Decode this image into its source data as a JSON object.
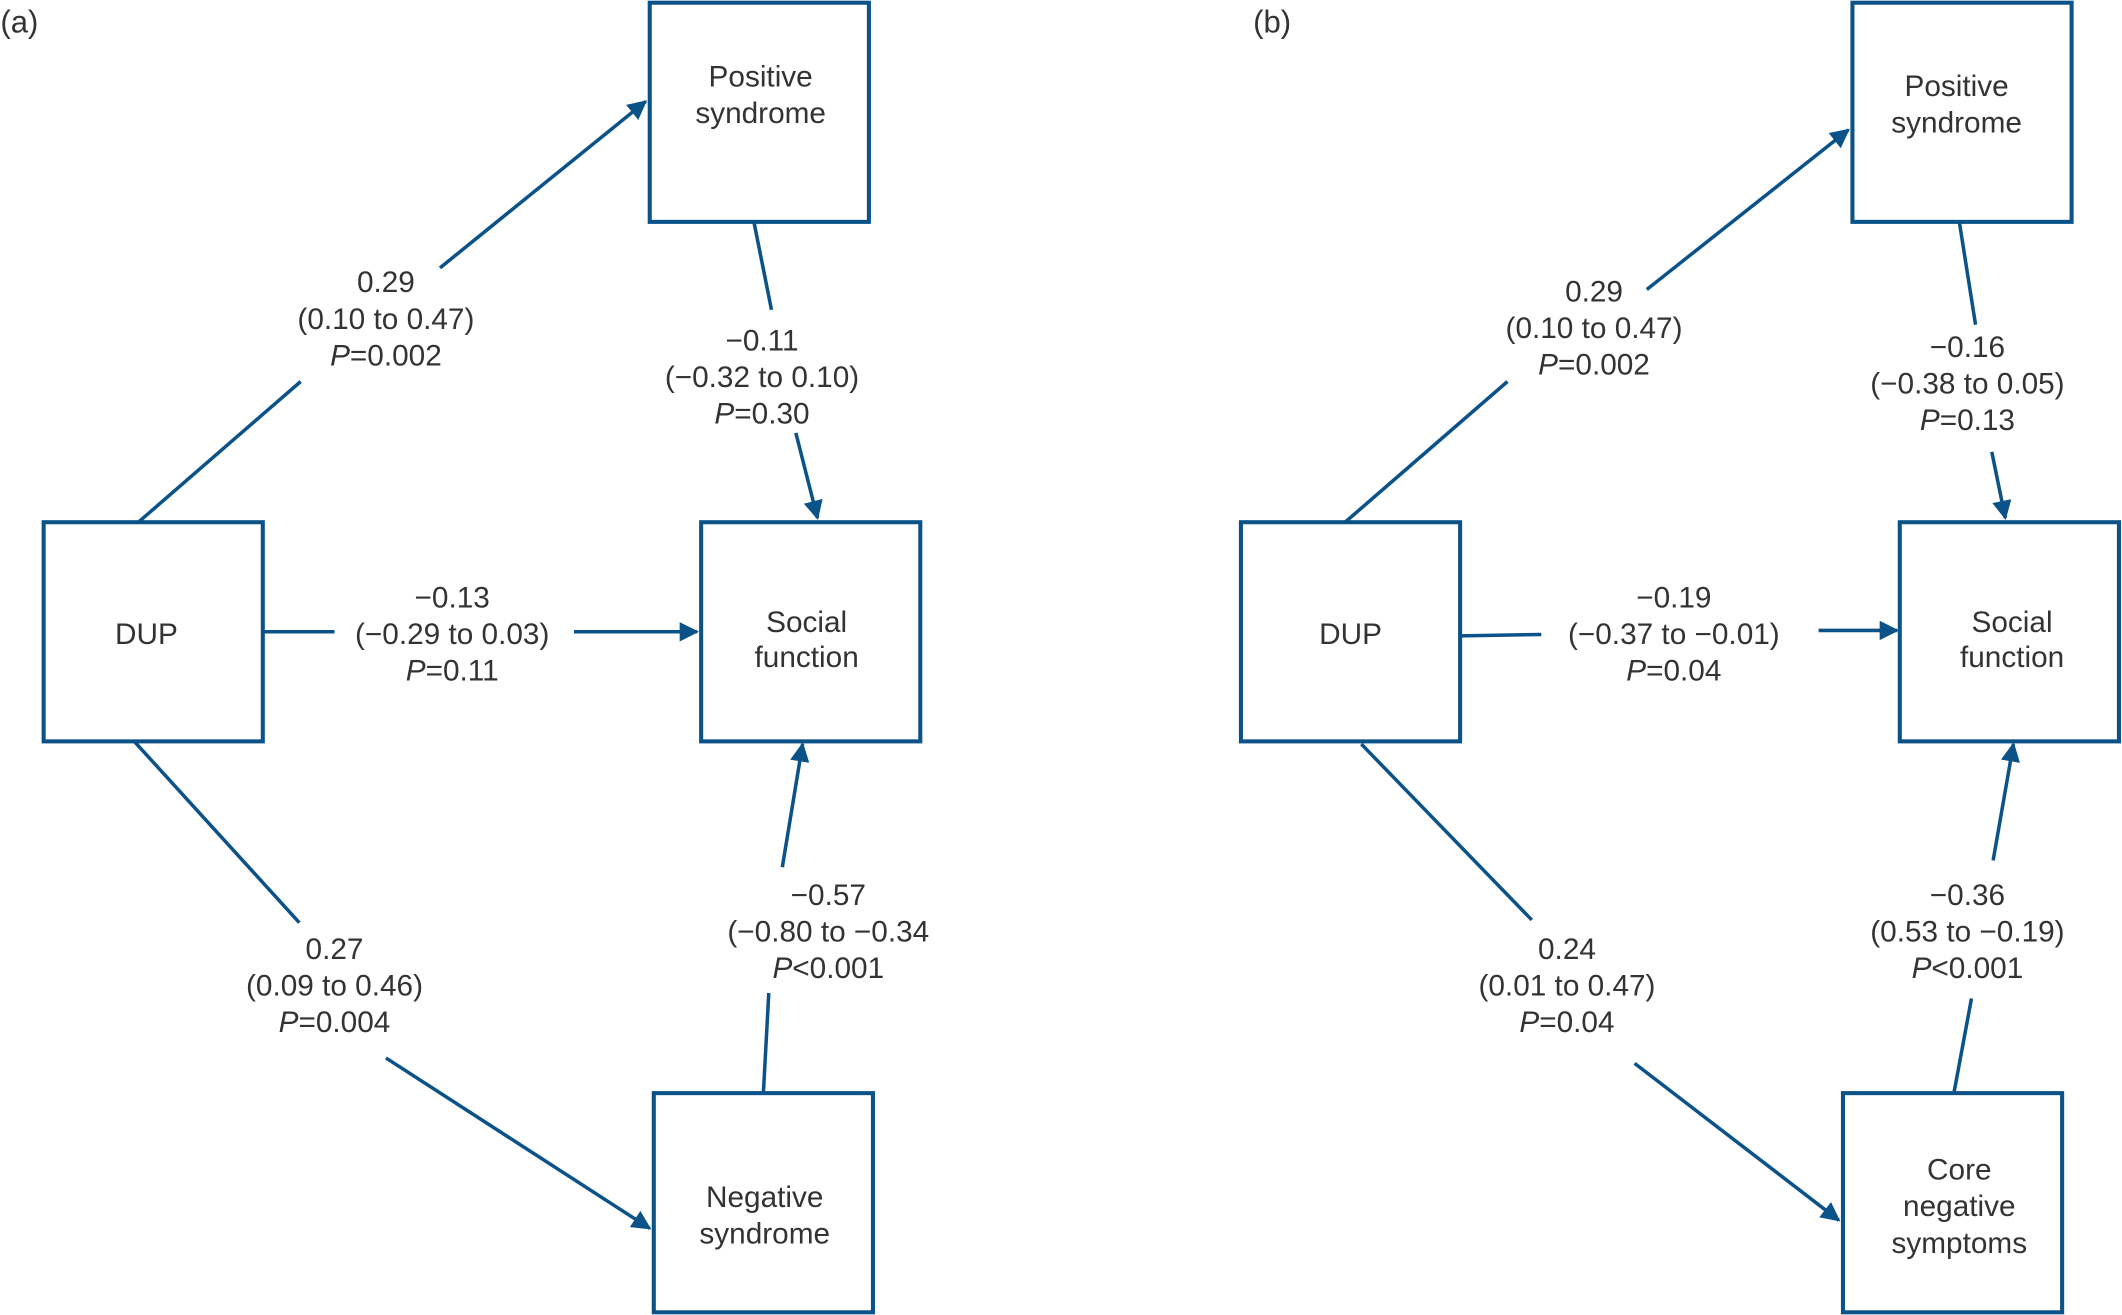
{
  "p_symbol": "P",
  "panels": [
    {
      "label": "(a)",
      "nodes": {
        "positive": [
          "Positive",
          "syndrome"
        ],
        "dup": [
          "DUP"
        ],
        "social": [
          "Social",
          "function"
        ],
        "negative": [
          "Negative",
          "syndrome"
        ]
      },
      "edges": {
        "dup_positive": {
          "coef": "0.29",
          "ci": "(0.10 to 0.47)",
          "p_value": "=0.002"
        },
        "positive_social": {
          "coef": "−0.11",
          "ci": "(−0.32 to 0.10)",
          "p_value": "=0.30"
        },
        "dup_social": {
          "coef": "−0.13",
          "ci": "(−0.29 to 0.03)",
          "p_value": "=0.11"
        },
        "dup_negative": {
          "coef": "0.27",
          "ci": "(0.09 to 0.46)",
          "p_value": "=0.004"
        },
        "negative_social": {
          "coef": "−0.57",
          "ci": "(−0.80 to −0.34",
          "p_value": "<0.001"
        }
      }
    },
    {
      "label": "(b)",
      "nodes": {
        "positive": [
          "Positive",
          "syndrome"
        ],
        "dup": [
          "DUP"
        ],
        "social": [
          "Social",
          "function"
        ],
        "negative": [
          "Core",
          "negative",
          "symptoms"
        ]
      },
      "edges": {
        "dup_positive": {
          "coef": "0.29",
          "ci": "(0.10 to 0.47)",
          "p_value": "=0.002"
        },
        "positive_social": {
          "coef": "−0.16",
          "ci": "(−0.38 to 0.05)",
          "p_value": "=0.13"
        },
        "dup_social": {
          "coef": "−0.19",
          "ci": "(−0.37 to −0.01)",
          "p_value": "=0.04"
        },
        "dup_negative": {
          "coef": "0.24",
          "ci": "(0.01 to 0.47)",
          "p_value": "=0.04"
        },
        "negative_social": {
          "coef": "−0.36",
          "ci": "(0.53 to −0.19)",
          "p_value": "<0.001"
        }
      }
    }
  ]
}
